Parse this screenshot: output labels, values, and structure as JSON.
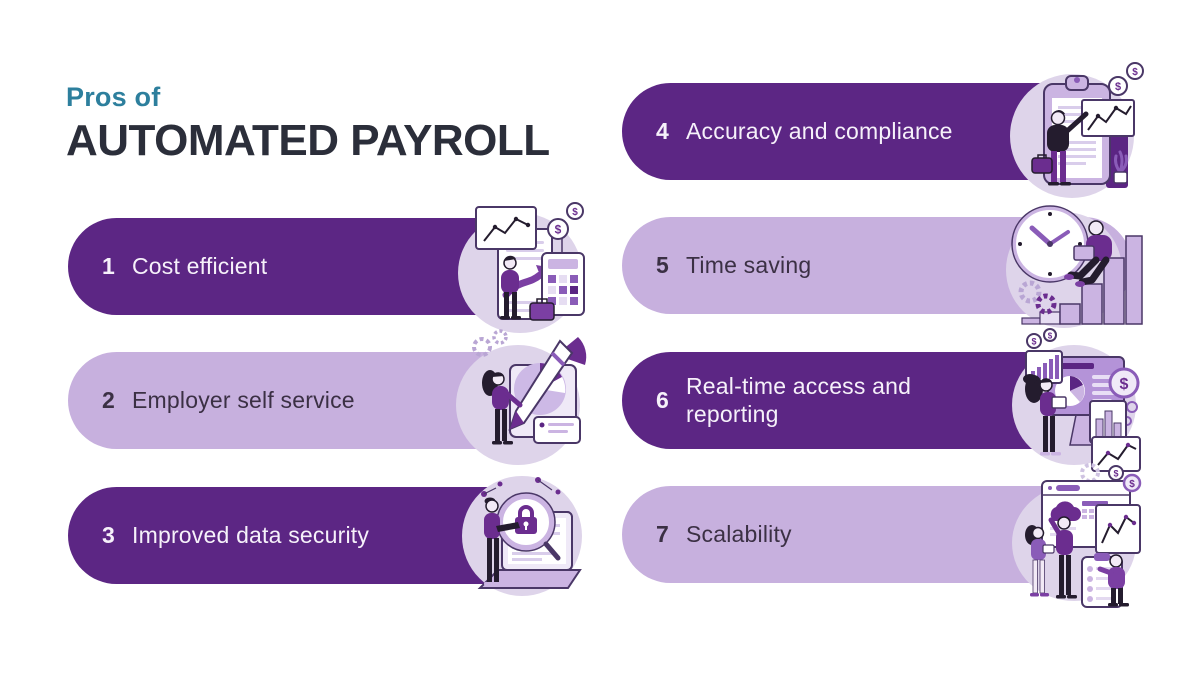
{
  "title": {
    "eyebrow": "Pros of",
    "main": "AUTOMATED PAYROLL"
  },
  "items": [
    {
      "number": "1",
      "label": "Cost efficient",
      "variant": "dark",
      "illustration": "man with calculator, rising chart and dollar coins"
    },
    {
      "number": "2",
      "label": "Employer self service",
      "variant": "light",
      "illustration": "woman with giant pencil and pie chart"
    },
    {
      "number": "3",
      "label": "Improved data security",
      "variant": "dark",
      "illustration": "person with laptop, padlock magnifier and network nodes"
    },
    {
      "number": "4",
      "label": "Accuracy and compliance",
      "variant": "dark",
      "illustration": "man presenting clipboard report with coins"
    },
    {
      "number": "5",
      "label": "Time saving",
      "variant": "light",
      "illustration": "man with laptop sitting on rising bars beside clock"
    },
    {
      "number": "6",
      "label": "Real-time access and reporting",
      "variant": "dark",
      "illustration": "woman with tablet beside dashboard charts and coin"
    },
    {
      "number": "7",
      "label": "Scalability",
      "variant": "light",
      "illustration": "team in front of browser window, charts and checklist"
    }
  ],
  "glyphs": {
    "dollar": "$"
  },
  "colors": {
    "pill_dark": "#5c2684",
    "pill_light": "#c7b0de",
    "dark_pill_text": "#f6f1fa",
    "light_pill_text": "#3b3044",
    "eyebrow_teal": "#2d7f9d",
    "title_ink": "#2b2e3a",
    "illustration_accent": "#6b2d8f",
    "illustration_lavender": "#c9b4e4",
    "illustration_bg": "#ded4ea",
    "background": "#ffffff"
  }
}
